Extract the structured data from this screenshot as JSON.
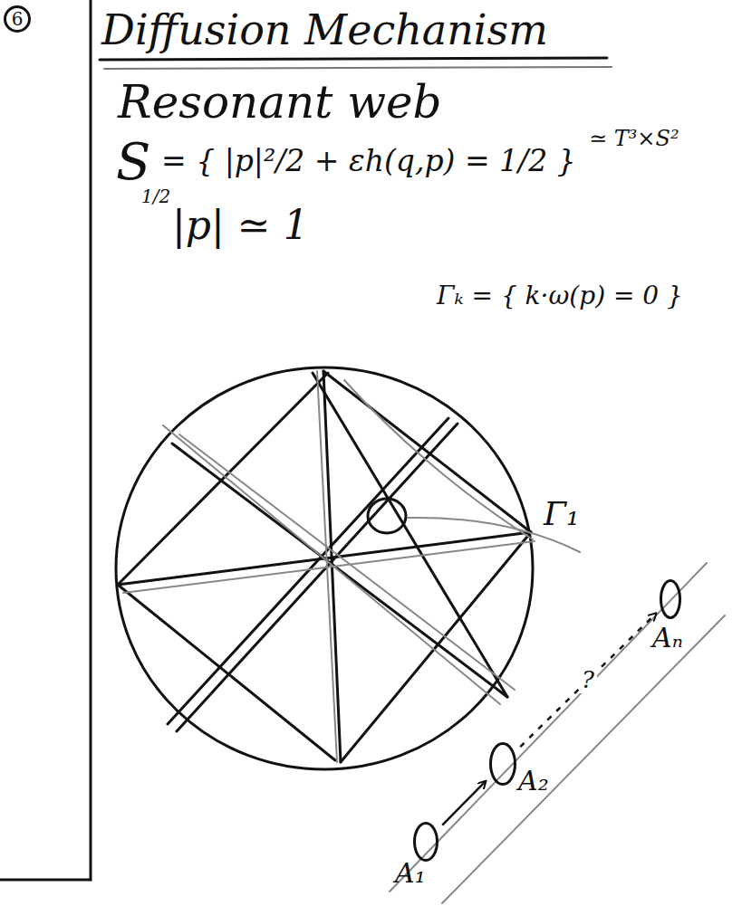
{
  "diagram": {
    "title": "Diffusion Mechanism",
    "nodes": [
      {
        "text": [
          "6"
        ]
      },
      {
        "text": [
          "A₁"
        ]
      },
      {
        "text": [
          "A₂"
        ]
      },
      {
        "text": [
          "Aₙ"
        ]
      }
    ],
    "edges": [
      {
        "from": 1,
        "to": 2,
        "arrow": "to"
      },
      {
        "from": 2,
        "to": 3,
        "arrow": "to",
        "label": "?"
      }
    ],
    "labels": [
      "Resonant web",
      "S",
      "1/2",
      "= { |p|²/2 + εh(q,p) = 1/2 }",
      "≃ T³×S²",
      "|p| ≃ 1",
      "Γₖ = { k·ω(p) = 0 }",
      "Γ₁"
    ]
  }
}
